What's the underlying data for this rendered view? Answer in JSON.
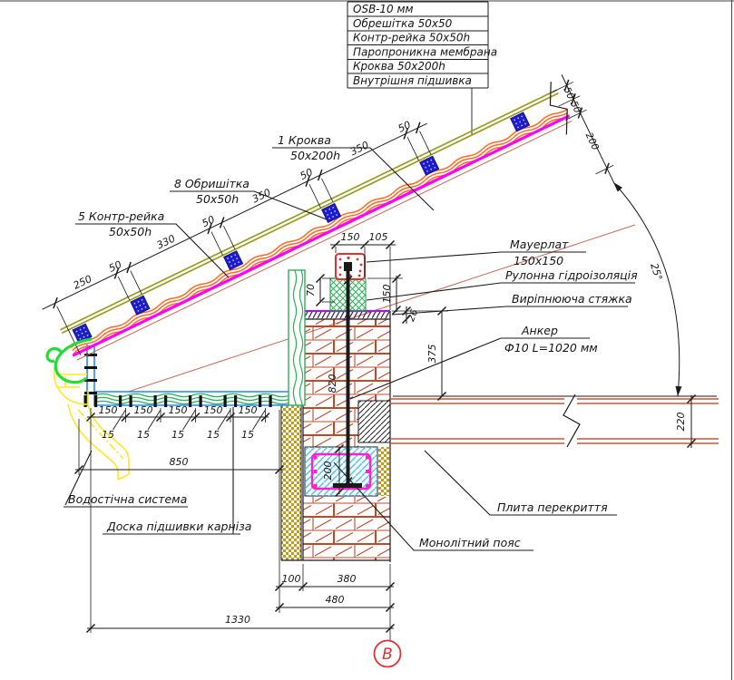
{
  "legend": {
    "rows": [
      "OSB-10 мм",
      "Обрешітка 50x50",
      "Контр-рейка 50x50h",
      "Паропроникна мембрана",
      "Кроква 50x200h",
      "Внутрішня підшивка"
    ]
  },
  "callouts": {
    "rafter_no": "1 Кроква",
    "rafter_size": "50x200h",
    "batten_no": "8 Обришітка",
    "batten_size": "50x50h",
    "counter_no": "5 Контр-рейка",
    "counter_size": "50x50h",
    "mauerlat": "Мауерлат",
    "mauerlat_size": "150x150",
    "waterproofing": "Рулонна гідроізоляція",
    "screed": "Виріпнююча стяжка",
    "anchor": "Анкер",
    "anchor_size": "Ф10 L=1020 мм",
    "slab": "Плита перекриття",
    "belt": "Монолітний пояс",
    "drain": "Водостічна система",
    "soffit": "Доска підшивки карніза"
  },
  "dims": {
    "slope": [
      "250",
      "50",
      "330",
      "50",
      "350",
      "50",
      "350",
      "50"
    ],
    "brk": [
      "50",
      "50",
      "200"
    ],
    "angle": "25°",
    "s150": [
      "150",
      "150",
      "150",
      "150",
      "150"
    ],
    "s15": [
      "15",
      "15",
      "15",
      "15",
      "15"
    ],
    "d850": "850",
    "d1330": "1330",
    "d100": "100",
    "d380": "380",
    "d480": "480",
    "m150": "150",
    "m105": "105",
    "d70": "70",
    "r150": "150",
    "d26": "26",
    "d375": "375",
    "d820": "820",
    "d200": "200",
    "d220": "220"
  },
  "marker": "В",
  "colors": {
    "membrane": "#ff00ff",
    "batten": "#1c1ccc",
    "osb": "#9a9a20",
    "counter": "#ff6a22",
    "wood_green": "#2ab057",
    "brick": "#bf4a2a",
    "gutter": "#22dd33",
    "pipe": "#ffe81e",
    "marker_red": "#e03030"
  }
}
